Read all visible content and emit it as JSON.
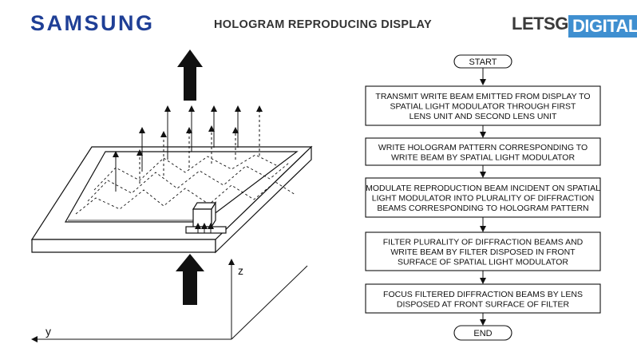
{
  "header": {
    "brand": "SAMSUNG",
    "title": "HOLOGRAM REPRODUCING DISPLAY",
    "source_logo_part1": "LETSGO",
    "source_logo_part2": "DIGITAL"
  },
  "colors": {
    "brand_blue": "#1f3f96",
    "logo_blue": "#3f8fd0",
    "line": "#111111"
  },
  "figure": {
    "axis_z": "z",
    "axis_y": "y"
  },
  "flowchart": {
    "start": "START",
    "end": "END",
    "steps": [
      {
        "lines": [
          "TRANSMIT WRITE BEAM EMITTED FROM DISPLAY TO",
          "SPATIAL LIGHT MODULATOR THROUGH FIRST",
          "LENS UNIT AND SECOND LENS UNIT"
        ]
      },
      {
        "lines": [
          "WRITE HOLOGRAM PATTERN CORRESPONDING TO",
          "WRITE BEAM BY SPATIAL LIGHT MODULATOR"
        ]
      },
      {
        "lines": [
          "MODULATE REPRODUCTION BEAM INCIDENT ON SPATIAL",
          "LIGHT MODULATOR INTO PLURALITY OF DIFFRACTION",
          "BEAMS CORRESPONDING TO HOLOGRAM PATTERN"
        ]
      },
      {
        "lines": [
          "FILTER PLURALITY OF DIFFRACTION BEAMS AND",
          "WRITE BEAM BY FILTER DISPOSED IN FRONT",
          "SURFACE OF SPATIAL LIGHT MODULATOR"
        ]
      },
      {
        "lines": [
          "FOCUS FILTERED DIFFRACTION BEAMS BY LENS",
          "DISPOSED AT FRONT SURFACE OF FILTER"
        ]
      }
    ]
  }
}
